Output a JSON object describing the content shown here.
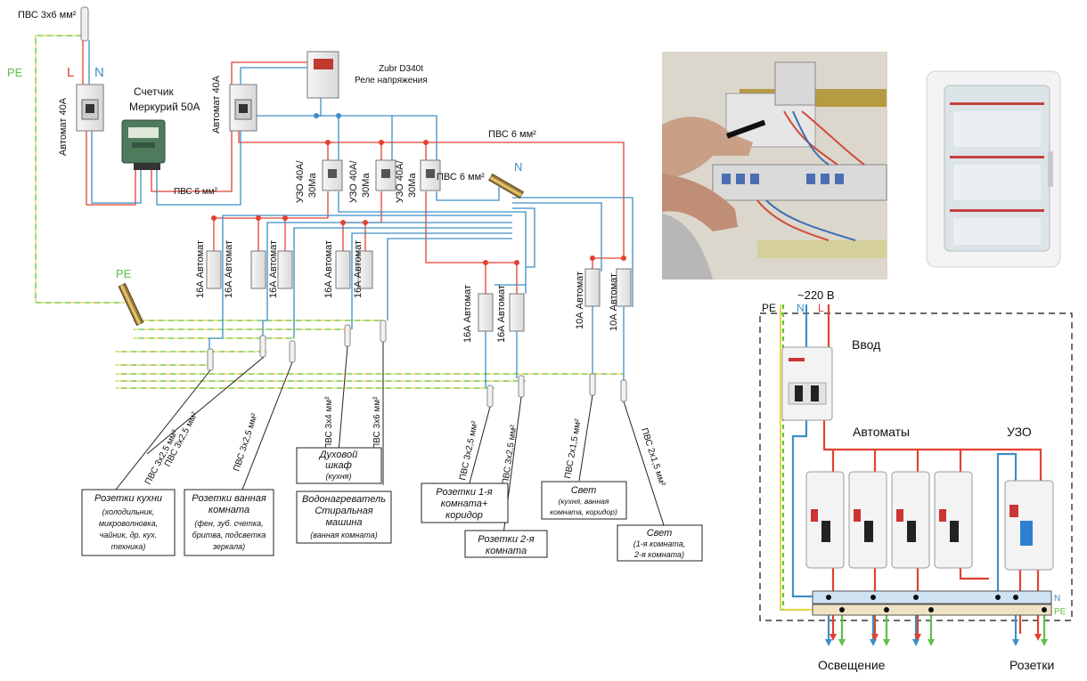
{
  "colors": {
    "phase": "#e2412f",
    "neutral": "#3d8fc6",
    "pe_yellow": "#e6d94a",
    "pe_green": "#5fbf4c",
    "bus_blue": "#cfe3f3",
    "bus_tan": "#efe2c4"
  },
  "top_cable": "ПВС 3х6 мм²",
  "pe_left": "PE",
  "L": "L",
  "N": "N",
  "automat_40_a": "Автомат 40А",
  "meter": {
    "line1": "Счетчик",
    "line2": "Меркурий 50А"
  },
  "pvs6_meter": "ПВС 6 мм²",
  "automat_40_b": "Автомат 40А",
  "relay": {
    "line1": "Zubr D340t",
    "line2": "Реле напряжения"
  },
  "pvs6_top": "ПВС 6 мм²",
  "uzo": [
    {
      "l1": "УЗО 40А/",
      "l2": "30Ма"
    },
    {
      "l1": "УЗО 40А/",
      "l2": "30Ма"
    },
    {
      "l1": "УЗО 40А/",
      "l2": "30Ма"
    }
  ],
  "pvs6_n": "ПВС 6 мм²",
  "n_bus": "N",
  "pe_bus": "PE",
  "breakers": [
    "16А Автомат",
    "16А Автомат",
    "16А Автомат",
    "16А Автомат",
    "16А Автомат",
    "16А Автомат",
    "16А Автомат",
    "10А Автомат",
    "10А Автомат"
  ],
  "cables": [
    "ПВС 3х2,5 мм²",
    "ПВС 3х2,5 мм²",
    "ПВС 3х2,5 мм²",
    "ПВС 3х4 мм²",
    "ПВС 3х6 мм²",
    "ПВС 3х2,5 мм²",
    "ПВС 3х2,5 мм²",
    "ПВС 2х1,5 мм²",
    "ПВС 2х1,5 мм²"
  ],
  "loads": {
    "kitchen": [
      "Розетки кухни",
      "(холодильник,",
      "микроволновка,",
      "чайник, др. кух.",
      "техника)"
    ],
    "bath": [
      "Розетки ванная",
      "комната",
      "(фен, зуб. счетка,",
      "бритва, подсветка",
      "зеркала)"
    ],
    "oven": [
      "Духовой",
      "шкаф",
      "(кухня)"
    ],
    "heater": [
      "Водонагреватель",
      "Стиральная",
      "машина",
      "(ванная комната)"
    ],
    "room1": [
      "Розетки 1-я",
      "комната+",
      "коридор"
    ],
    "room2": [
      "Розетки 2-я",
      "комната"
    ],
    "light1": [
      "Свет",
      "(кухня, ванная",
      "комната, коридор)"
    ],
    "light2": [
      "Свет",
      "(1-я комната,",
      "2-я комната)"
    ]
  },
  "scheme2": {
    "voltage": "~220 В",
    "pe": "PE",
    "n": "N",
    "l": "L",
    "input": "Ввод",
    "automats": "Автоматы",
    "uzo": "УЗО",
    "bus_n": "N",
    "bus_pe": "PE",
    "lighting": "Освещение",
    "sockets": "Розетки"
  }
}
